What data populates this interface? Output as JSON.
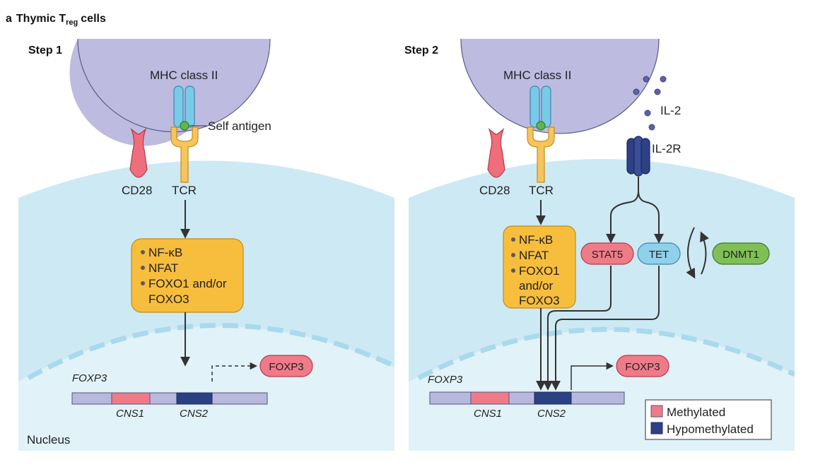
{
  "panel_title": {
    "letter": "a",
    "prefix": "Thymic T",
    "subscript": "reg",
    "suffix": "cells"
  },
  "legend": {
    "methylated": "Methylated",
    "hypomethylated": "Hypomethylated"
  },
  "colors": {
    "cell": "#cde9f3",
    "nucleus": "#dcf0f7",
    "apc": "#bdbbe0",
    "tf_box": "#f7bd3c",
    "stat5": "#f07b88",
    "tet": "#8fd0ea",
    "dnmt1": "#7fbf56",
    "foxp3": "#f07b88",
    "methylated": "#f07b88",
    "hypomethylated": "#2c4183",
    "gene_bar": "#b8b8dd",
    "mhc": "#79c9e8",
    "tcr": "#f6c55b",
    "cd28": "#ef6e7c",
    "il2r": "#2f4186"
  },
  "step1": {
    "title": "Step 1",
    "mhc_label": "MHC class II",
    "self_antigen_label": "Self antigen",
    "cd28_label": "CD28",
    "tcr_label": "TCR",
    "tf_items": [
      "NF-κB",
      "NFAT",
      "FOXO1 and/or",
      "FOXO3"
    ],
    "gene_label": "FOXP3",
    "cns1_label": "CNS1",
    "cns2_label": "CNS2",
    "foxp3_protein": "FOXP3",
    "nucleus_label": "Nucleus"
  },
  "step2": {
    "title": "Step 2",
    "mhc_label": "MHC class II",
    "cd28_label": "CD28",
    "tcr_label": "TCR",
    "il2_label": "IL-2",
    "il2r_label": "IL-2R",
    "tf_items": [
      "NF-κB",
      "NFAT",
      "FOXO1",
      "and/or",
      "FOXO3"
    ],
    "stat5_label": "STAT5",
    "tet_label": "TET",
    "dnmt1_label": "DNMT1",
    "gene_label": "FOXP3",
    "cns1_label": "CNS1",
    "cns2_label": "CNS2",
    "foxp3_protein": "FOXP3"
  }
}
